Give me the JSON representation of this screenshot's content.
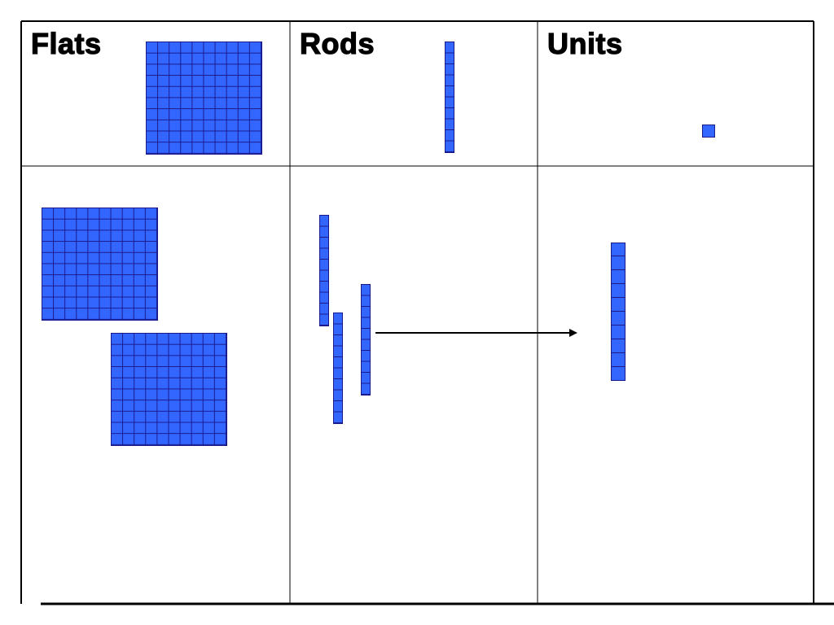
{
  "headers": {
    "flats": "Flats",
    "rods": "Rods",
    "units": "Units"
  },
  "colors": {
    "block_fill": "#3366ff",
    "block_outline": "#1a1a8c",
    "grid_line": "#000000"
  },
  "icons": {
    "arrow": "right-arrow-icon"
  }
}
